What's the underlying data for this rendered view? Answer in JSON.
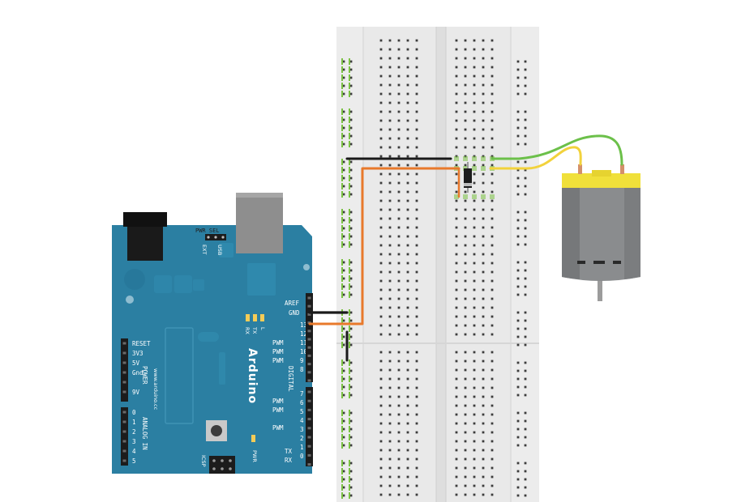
{
  "arduino": {
    "brand": "Arduino",
    "website": "www.arduino.cc",
    "pwr_sel": "PWR SEL",
    "ext": "EXT",
    "usb": "USB",
    "aref": "AREF",
    "gnd": "GND",
    "l": "L",
    "tx": "TX",
    "rx": "RX",
    "digital": "DIGITAL",
    "pwm": "PWM",
    "reset": "RESET",
    "v33": "3V3",
    "power": "POWER",
    "v5": "5V",
    "gnd2": "Gnd",
    "vin": "9V",
    "analog_in": "ANALOG IN",
    "icsp": "ICSP",
    "pwr": "PWR",
    "tx_pin": "TX",
    "rx_pin": "RX",
    "digital_nums": [
      "13",
      "12",
      "11",
      "10",
      "9",
      "8",
      "7",
      "6",
      "5",
      "4",
      "3",
      "2",
      "1",
      "0"
    ],
    "analog_nums": [
      "0",
      "1",
      "2",
      "3",
      "4",
      "5"
    ]
  },
  "wires": {
    "black": "#1a1a1a",
    "orange": "#e8792b",
    "green": "#6cc04a",
    "yellow": "#f2d23c"
  },
  "colors": {
    "board": "#2b7fa2",
    "board_dark": "#25708f",
    "breadboard": "#e8e8e8",
    "rail_green": "#7ac142",
    "motor_body": "#8a8c8e",
    "motor_cap": "#f0e03a"
  }
}
